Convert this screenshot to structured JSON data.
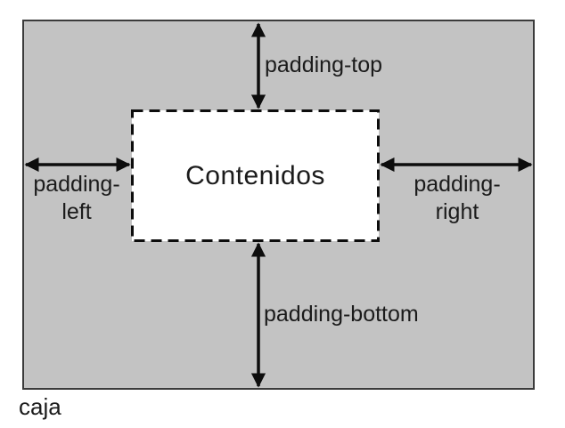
{
  "diagram": {
    "box_label": "caja",
    "content_label": "Contenidos",
    "labels": {
      "top": "padding-top",
      "bottom": "padding-bottom",
      "left_lines": [
        "padding-",
        "left"
      ],
      "right_lines": [
        "padding-",
        "right"
      ]
    },
    "colors": {
      "background": "#ffffff",
      "box_fill": "#c3c3c3",
      "box_border": "#3b3b3b",
      "content_fill": "#ffffff",
      "content_border": "#0d0d0d",
      "arrow": "#0d0d0d",
      "text": "#1b1b1b"
    }
  }
}
